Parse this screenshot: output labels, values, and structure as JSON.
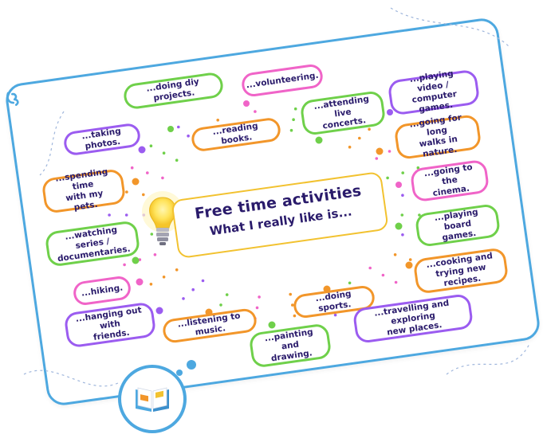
{
  "banner": {
    "title": "Free time activities",
    "subtitle": "What I really like is..."
  },
  "activities": [
    {
      "id": "diy",
      "label": "...doing diy projects.",
      "color": "green"
    },
    {
      "id": "volunteer",
      "label": "...volunteering.",
      "color": "pink"
    },
    {
      "id": "concerts",
      "label": "...attending live\nconcerts.",
      "color": "green"
    },
    {
      "id": "games",
      "label": "...playing video /\ncomputer games.",
      "color": "purple"
    },
    {
      "id": "photos",
      "label": "...taking photos.",
      "color": "purple"
    },
    {
      "id": "reading",
      "label": "...reading books.",
      "color": "orange"
    },
    {
      "id": "walks",
      "label": "...going for long\nwalks in nature.",
      "color": "orange"
    },
    {
      "id": "pets",
      "label": "...spending time\nwith my pets.",
      "color": "orange"
    },
    {
      "id": "cinema",
      "label": "...going to the\ncinema.",
      "color": "pink"
    },
    {
      "id": "series",
      "label": "...watching series /\ndocumentaries.",
      "color": "green"
    },
    {
      "id": "board",
      "label": "...playing board\ngames.",
      "color": "green"
    },
    {
      "id": "cooking",
      "label": "...cooking and\ntrying new recipes.",
      "color": "orange"
    },
    {
      "id": "hiking",
      "label": "...hiking.",
      "color": "pink"
    },
    {
      "id": "sports",
      "label": "...doing sports.",
      "color": "orange"
    },
    {
      "id": "friends",
      "label": "...hanging out with\nfriends.",
      "color": "purple"
    },
    {
      "id": "music",
      "label": "...listening to music.",
      "color": "orange"
    },
    {
      "id": "travel",
      "label": "...travelling and exploring\nnew places.",
      "color": "purple"
    },
    {
      "id": "painting",
      "label": "...painting and\ndrawing.",
      "color": "green"
    }
  ],
  "colors": {
    "border": "#4da8e0",
    "banner_border": "#f2c230",
    "text": "#2a1b6b",
    "green": "#6fd04a",
    "purple": "#9b5cf0",
    "orange": "#f2962a",
    "pink": "#f064c8"
  },
  "icons": {
    "logo": "logo-icon",
    "bulb": "lightbulb-icon",
    "book": "open-book-icon"
  }
}
